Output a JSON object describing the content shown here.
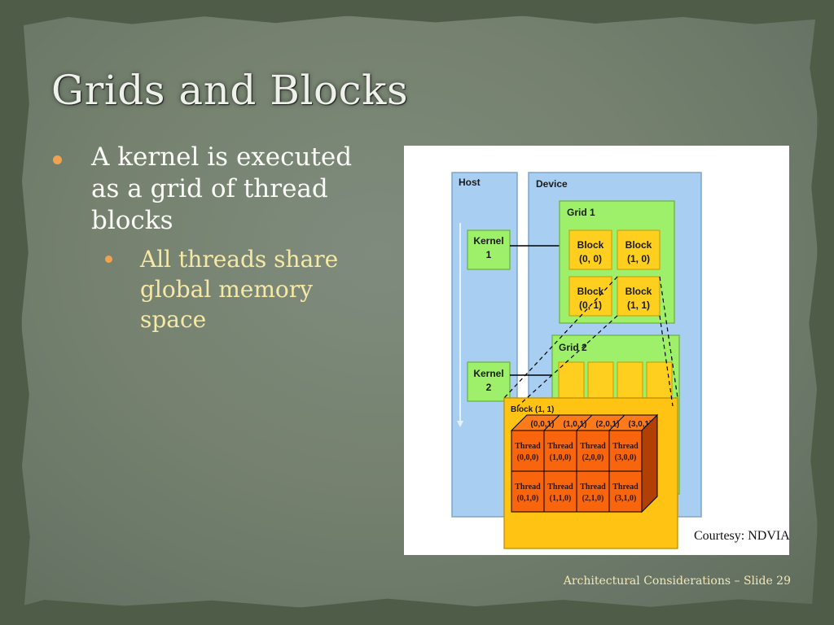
{
  "slide": {
    "title": "Grids and Blocks",
    "bullet": "A kernel is executed as a grid of thread blocks",
    "sub_bullet": "All threads share global memory space",
    "footer": "Architectural Considerations – Slide 29",
    "bullet_color": "#f2a24a",
    "sub_bullet_text_color": "#f6e9a6"
  },
  "diagram": {
    "host_label": "Host",
    "device_label": "Device",
    "kernel1": [
      "Kernel",
      "1"
    ],
    "kernel2": [
      "Kernel",
      "2"
    ],
    "grid1_label": "Grid 1",
    "grid2_label": "Grid 2",
    "blocks": [
      [
        "Block",
        "(0, 0)"
      ],
      [
        "Block",
        "(1, 0)"
      ],
      [
        "Block",
        "(0, 1)"
      ],
      [
        "Block",
        "(1, 1)"
      ]
    ],
    "zoom_block_label": "Block (1, 1)",
    "back_thread_labels": [
      "(0,0,1)",
      "(1,0,1)",
      "(2,0,1)",
      "(3,0,1)"
    ],
    "thread_word": "Thread",
    "thread_row0": [
      "(0,0,0)",
      "(1,0,0)",
      "(2,0,0)",
      "(3,0,0)"
    ],
    "thread_row1": [
      "(0,1,0)",
      "(1,1,0)",
      "(2,1,0)",
      "(3,1,0)"
    ],
    "courtesy": "Courtesy: NDVIA",
    "colors": {
      "host_device_bg": "#a8cff2",
      "grid_bg": "#9ef06a",
      "block_bg": "#ffcf1f",
      "zoom_bg": "#ffc313",
      "thread_face": "#f8650c"
    }
  }
}
